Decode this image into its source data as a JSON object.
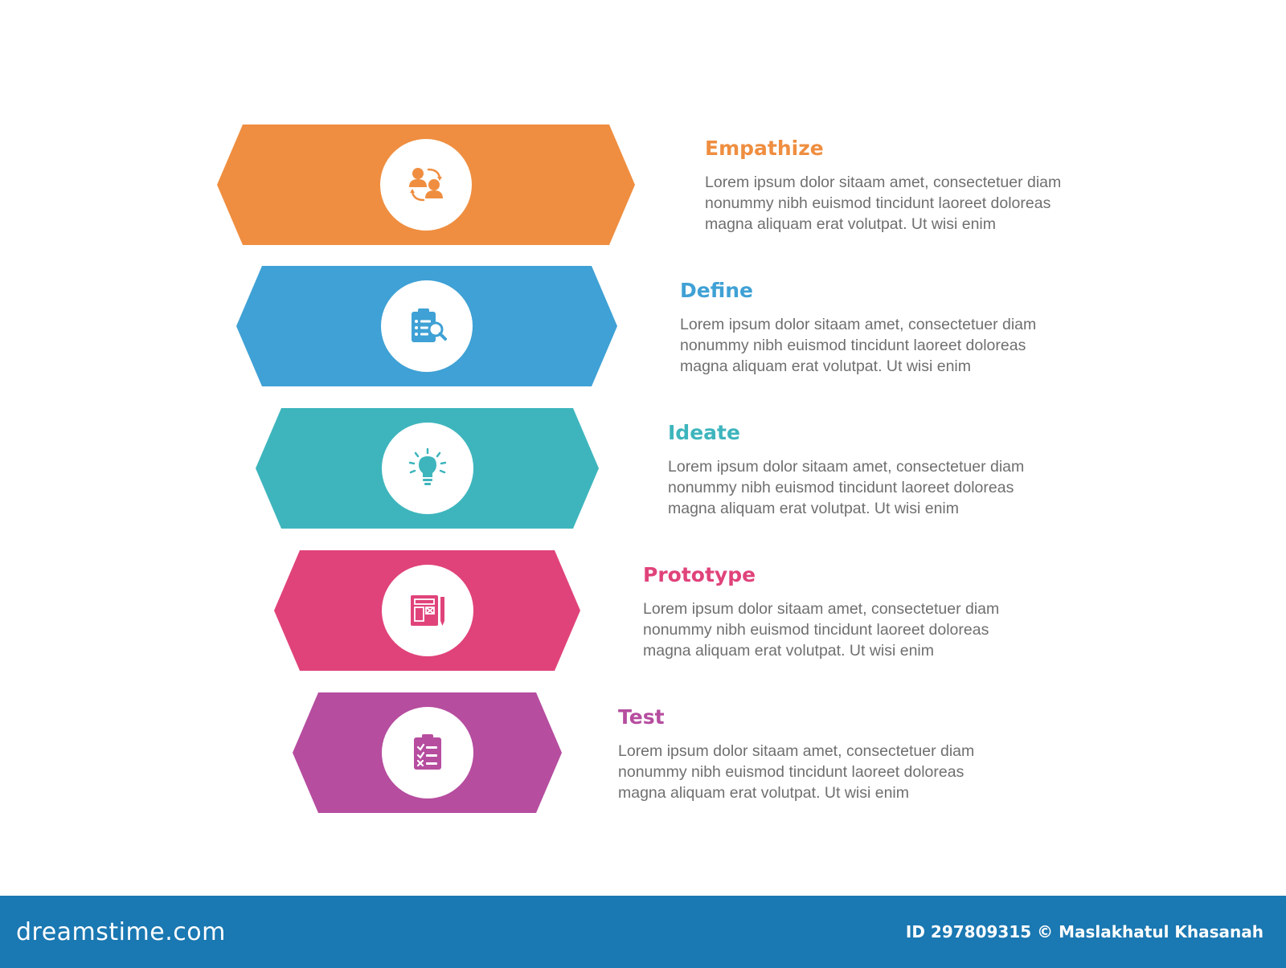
{
  "steps": [
    {
      "title": "Empathize",
      "color": "#ef8e40",
      "icon": "users-exchange-icon",
      "desc": "Lorem ipsum dolor sitaam amet, consectetuer diam\nnonummy  nibh euismod tincidunt laoreet doloreas\nmagna aliquam erat volutpat. Ut wisi enim"
    },
    {
      "title": "Define",
      "color": "#3fa1d5",
      "icon": "clipboard-search-icon",
      "desc": "Lorem ipsum dolor sitaam amet, consectetuer diam\nnonummy  nibh euismod tincidunt laoreet doloreas\nmagna aliquam erat volutpat. Ut wisi enim"
    },
    {
      "title": "Ideate",
      "color": "#3eb5bd",
      "icon": "lightbulb-icon",
      "desc": "Lorem ipsum dolor sitaam amet, consectetuer diam\nnonummy  nibh euismod tincidunt laoreet doloreas\nmagna aliquam erat volutpat. Ut wisi enim"
    },
    {
      "title": "Prototype",
      "color": "#e0437a",
      "icon": "blueprint-icon",
      "desc": "Lorem ipsum dolor sitaam amet, consectetuer diam\nnonummy  nibh euismod tincidunt laoreet doloreas\nmagna aliquam erat volutpat. Ut wisi enim"
    },
    {
      "title": "Test",
      "color": "#b64d9f",
      "icon": "checklist-icon",
      "desc": "Lorem ipsum dolor sitaam amet, consectetuer diam\nnonummy  nibh euismod tincidunt laoreet doloreas\nmagna aliquam erat volutpat. Ut wisi enim"
    }
  ],
  "footer": {
    "logo": "dreamstime.com",
    "credit": "ID 297809315 © Maslakhatul Khasanah",
    "background": "#1a78b2"
  }
}
